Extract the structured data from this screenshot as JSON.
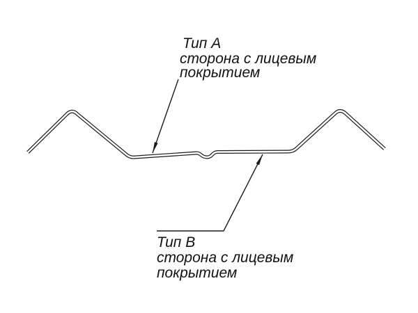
{
  "page": {
    "background_color": "#ffffff",
    "line_color": "#1a1a1a"
  },
  "diagram": {
    "description": "profile-cross-section",
    "labels": {
      "type_a": {
        "title": "Тип A",
        "line1": "сторона с лицевым",
        "line2": "покрытием"
      },
      "type_b": {
        "title": "Тип B",
        "line1": "сторона с лицевым",
        "line2": "покрытием"
      }
    }
  }
}
